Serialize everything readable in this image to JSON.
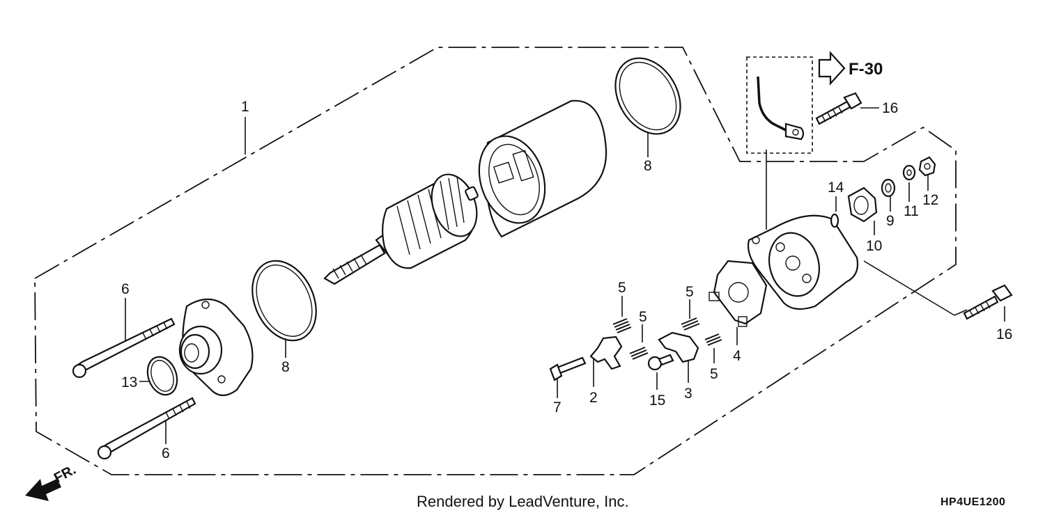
{
  "diagram": {
    "callouts": [
      {
        "id": "c1",
        "label": "1"
      },
      {
        "id": "c2",
        "label": "2"
      },
      {
        "id": "c3",
        "label": "3"
      },
      {
        "id": "c4",
        "label": "4"
      },
      {
        "id": "c5a",
        "label": "5"
      },
      {
        "id": "c5b",
        "label": "5"
      },
      {
        "id": "c5c",
        "label": "5"
      },
      {
        "id": "c5d",
        "label": "5"
      },
      {
        "id": "c6a",
        "label": "6"
      },
      {
        "id": "c6b",
        "label": "6"
      },
      {
        "id": "c7",
        "label": "7"
      },
      {
        "id": "c8a",
        "label": "8"
      },
      {
        "id": "c8b",
        "label": "8"
      },
      {
        "id": "c9",
        "label": "9"
      },
      {
        "id": "c10",
        "label": "10"
      },
      {
        "id": "c11",
        "label": "11"
      },
      {
        "id": "c12",
        "label": "12"
      },
      {
        "id": "c13",
        "label": "13"
      },
      {
        "id": "c14",
        "label": "14"
      },
      {
        "id": "c15",
        "label": "15"
      },
      {
        "id": "c16a",
        "label": "16"
      },
      {
        "id": "c16b",
        "label": "16"
      }
    ],
    "reference": "F-30",
    "direction": "FR.",
    "credit": "Rendered by LeadVenture, Inc.",
    "diagram_code": "HP4UE1200"
  }
}
